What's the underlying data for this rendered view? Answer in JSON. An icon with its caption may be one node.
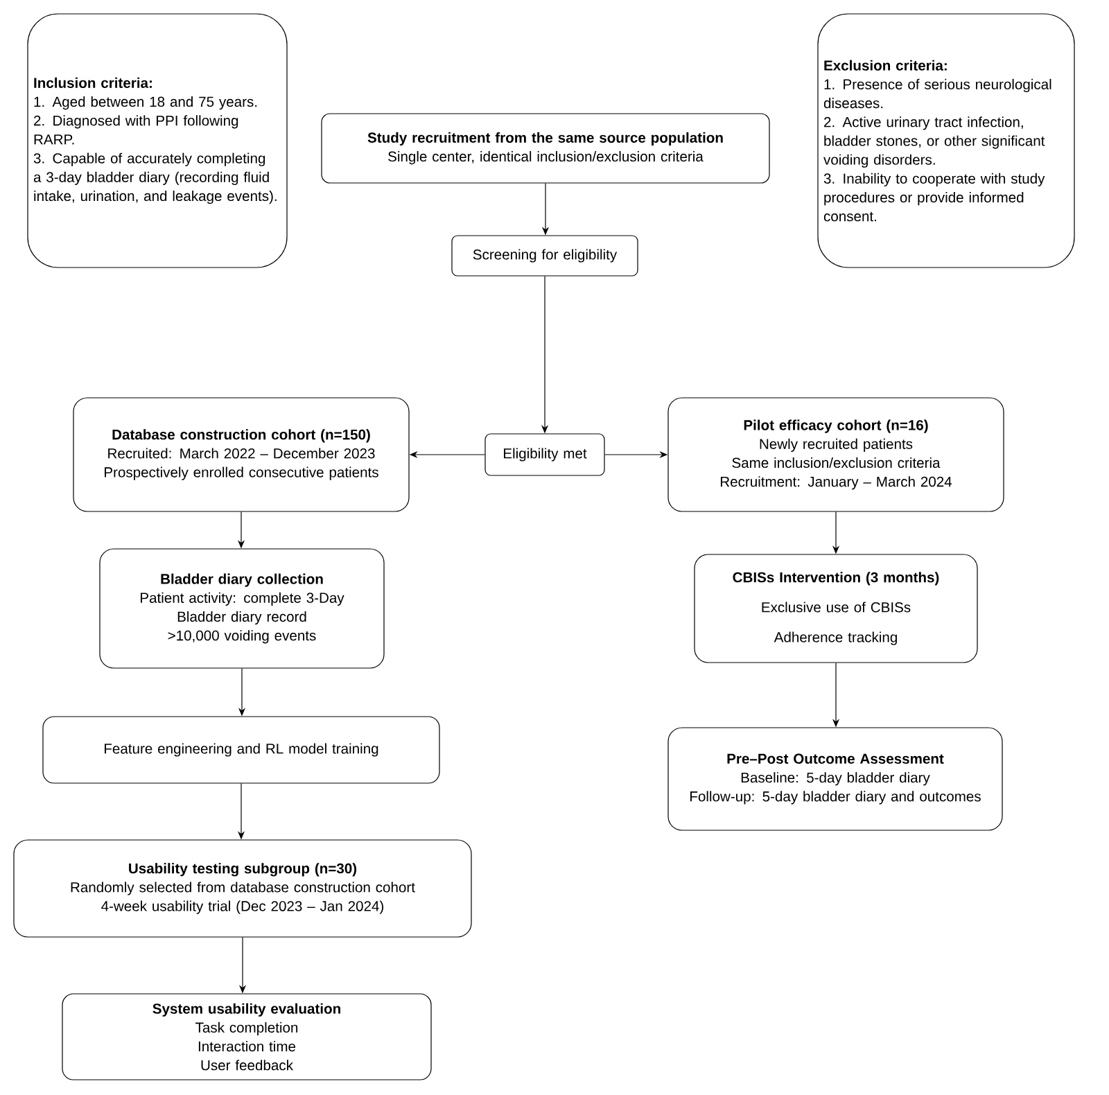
{
  "diagram": {
    "nodes": [
      {
        "text": [
          "Inclusion criteria:",
          "1. Aged between 18 and 75 years.",
          "2. Diagnosed with PPI following RARP.",
          "3. Capable of accurately completing a 3-day bladder diary (recording fluid intake, urination, and leakage events)."
        ]
      },
      {
        "text": [
          "Study recruitment from the same source population",
          "Single center, identical inclusion/exclusion criteria"
        ]
      },
      {
        "text": [
          "Screening for eligibility"
        ]
      },
      {
        "text": [
          "Exclusion criteria:",
          "1. Presence of serious neurological diseases.",
          "2. Active urinary tract infection, bladder stones, or other significant voiding disorders.",
          "3. Inability to cooperate with study procedures or provide informed consent."
        ]
      },
      {
        "text": [
          "Database construction cohort (n=150)",
          "Recruited: March 2022 – December 2023",
          "Prospectively enrolled consecutive patients"
        ]
      },
      {
        "text": [
          "Eligibility met"
        ]
      },
      {
        "text": [
          "Pilot efficacy cohort (n=16)",
          "Newly recruited patients",
          "Same inclusion/exclusion criteria",
          "Recruitment: January – March 2024"
        ]
      },
      {
        "text": [
          "Bladder diary collection",
          "Patient activity: complete 3-Day",
          "Bladder diary record >10,000 voiding events"
        ]
      },
      {
        "text": [
          "CBISs Intervention (3 months)",
          "Exclusive use of CBISs",
          "Adherence tracking"
        ]
      },
      {
        "text": [
          "Feature engineering and RL model training"
        ]
      },
      {
        "text": [
          "Pre–Post Outcome Assessment",
          "Baseline: 5-day bladder diary",
          "Follow-up: 5-day bladder diary and outcomes"
        ]
      },
      {
        "text": [
          "Usability testing subgroup (n=30)",
          "Randomly selected from database construction cohort",
          "4-week usability trial (Dec 2023 – Jan 2024)"
        ]
      },
      {
        "text": [
          "System usability evaluation",
          "Task completion",
          "Interaction time",
          "User feedback"
        ]
      }
    ],
    "edges": [
      {
        "from": 1,
        "to": 2,
        "arrow": "to"
      },
      {
        "from": 2,
        "to": 5,
        "arrow": "to"
      },
      {
        "from": 5,
        "to": 4,
        "arrow": "to"
      },
      {
        "from": 5,
        "to": 6,
        "arrow": "to"
      },
      {
        "from": 4,
        "to": 7,
        "arrow": "to"
      },
      {
        "from": 7,
        "to": 9,
        "arrow": "to"
      },
      {
        "from": 9,
        "to": 11,
        "arrow": "to"
      },
      {
        "from": 11,
        "to": 12,
        "arrow": "to"
      },
      {
        "from": 6,
        "to": 8,
        "arrow": "to"
      },
      {
        "from": 8,
        "to": 10,
        "arrow": "to"
      }
    ]
  }
}
